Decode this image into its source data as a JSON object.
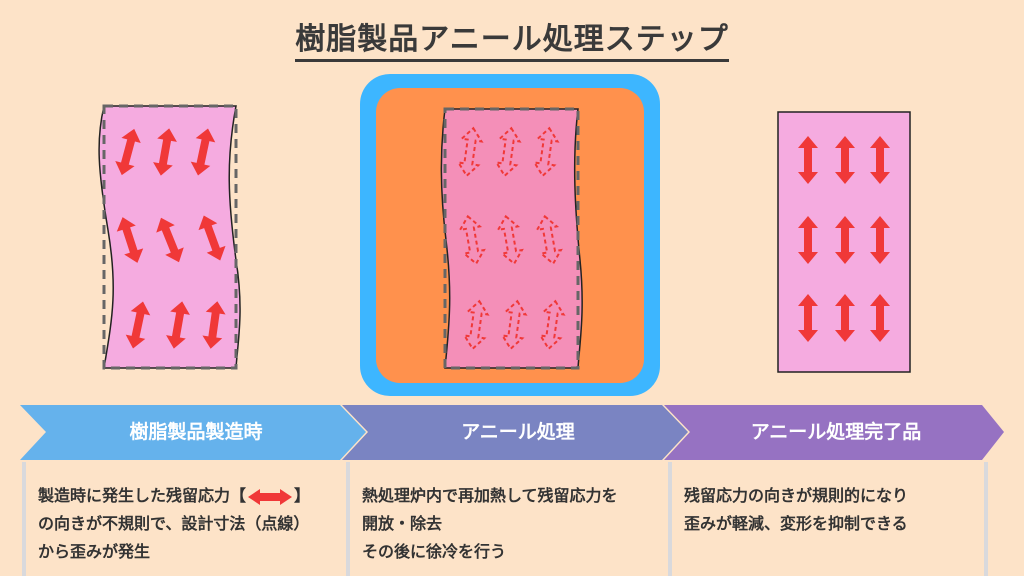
{
  "title": "樹脂製品アニール処理ステップ",
  "colors": {
    "background": "#fde3c8",
    "arrow": "#f03838",
    "pink": "#f5abe0",
    "pink_dark": "#f48fb8",
    "oven_border": "#3db6ff",
    "oven_fill": "#ff914d",
    "step1": "#65b2ec",
    "step2": "#7a84c2",
    "step3": "#9672c2"
  },
  "steps": [
    {
      "label": "樹脂製品製造時",
      "desc": {
        "line1_before": "製造時に発生した残留応力【",
        "line1_after": "】",
        "line2": "の向きが不規則で、設計寸法（点線）",
        "line3": "から歪みが発生"
      }
    },
    {
      "label": "アニール処理",
      "desc": {
        "line1": "熱処理炉内で再加熱して残留応力を",
        "line2": "開放・除去",
        "line3": "その後に徐冷を行う"
      }
    },
    {
      "label": "アニール処理完了品",
      "desc": {
        "line1": "残留応力の向きが規則的になり",
        "line2": "歪みが軽減、変形を抑制できる"
      }
    }
  ]
}
